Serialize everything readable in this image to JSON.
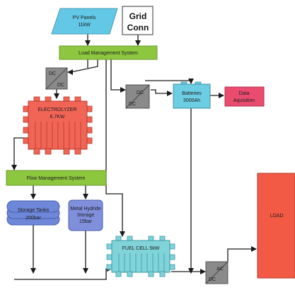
{
  "nodes": {
    "pv_panels": {
      "line1": "PV Panels",
      "line2": "11kW",
      "color": "#63c7e6"
    },
    "grid_conn": {
      "line1": "Grid",
      "line2": "Conn"
    },
    "load_mgmt": {
      "label": "Load Management System",
      "color": "#8dc63f"
    },
    "dcdc_top": {
      "top": "DC",
      "bottom": "DC"
    },
    "dcdc_mid": {
      "top": "DC",
      "bottom": "DC"
    },
    "acdc_bottom": {
      "top": "AC",
      "bottom": "DC"
    },
    "batteries": {
      "line1": "Batteries",
      "line2": "3000Ah",
      "color": "#6ccde3"
    },
    "data_acq": {
      "line1": "Data",
      "line2": "Aquisition",
      "color": "#e94c6f"
    },
    "electrolyzer": {
      "line1": "ELECTROLYZER",
      "line2": "6.7KW",
      "color": "#f16556"
    },
    "flow_mgmt": {
      "label": "Flow Management System",
      "color": "#8dc63f"
    },
    "storage_tanks": {
      "line1": "Storage Tanks",
      "line2": "200bar",
      "color": "#6f87d8"
    },
    "metal_hydride": {
      "line1": "Metal Hydride",
      "line2": "Storage",
      "line3": "15bar",
      "color": "#7f8fdc"
    },
    "fuel_cell": {
      "label": "FUEL CELL 5kW",
      "color": "#7fd3d9"
    },
    "load": {
      "label": "LOAD",
      "color": "#f25a45"
    }
  },
  "colors": {
    "line": "#1a1a1a",
    "converter": "#8a8a8a",
    "outline": "#555555"
  }
}
